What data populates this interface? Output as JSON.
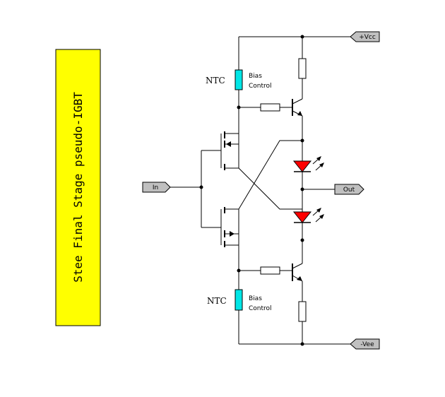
{
  "title": "Stee Final Stage pseudo-IGBT",
  "ports": {
    "vcc": "+Vcc",
    "vee": "-Vee",
    "in": "In",
    "out": "Out"
  },
  "ntc_labels": {
    "top": "NTC",
    "bottom": "NTC"
  },
  "bias_labels": {
    "top": [
      "Bias",
      "Control"
    ],
    "bottom": [
      "Bias",
      "Control"
    ]
  },
  "colors": {
    "title_box": "#ffff00",
    "ntc": "#00e6e6",
    "led": "#ff0000",
    "port_fill": "#c0c0c0"
  }
}
